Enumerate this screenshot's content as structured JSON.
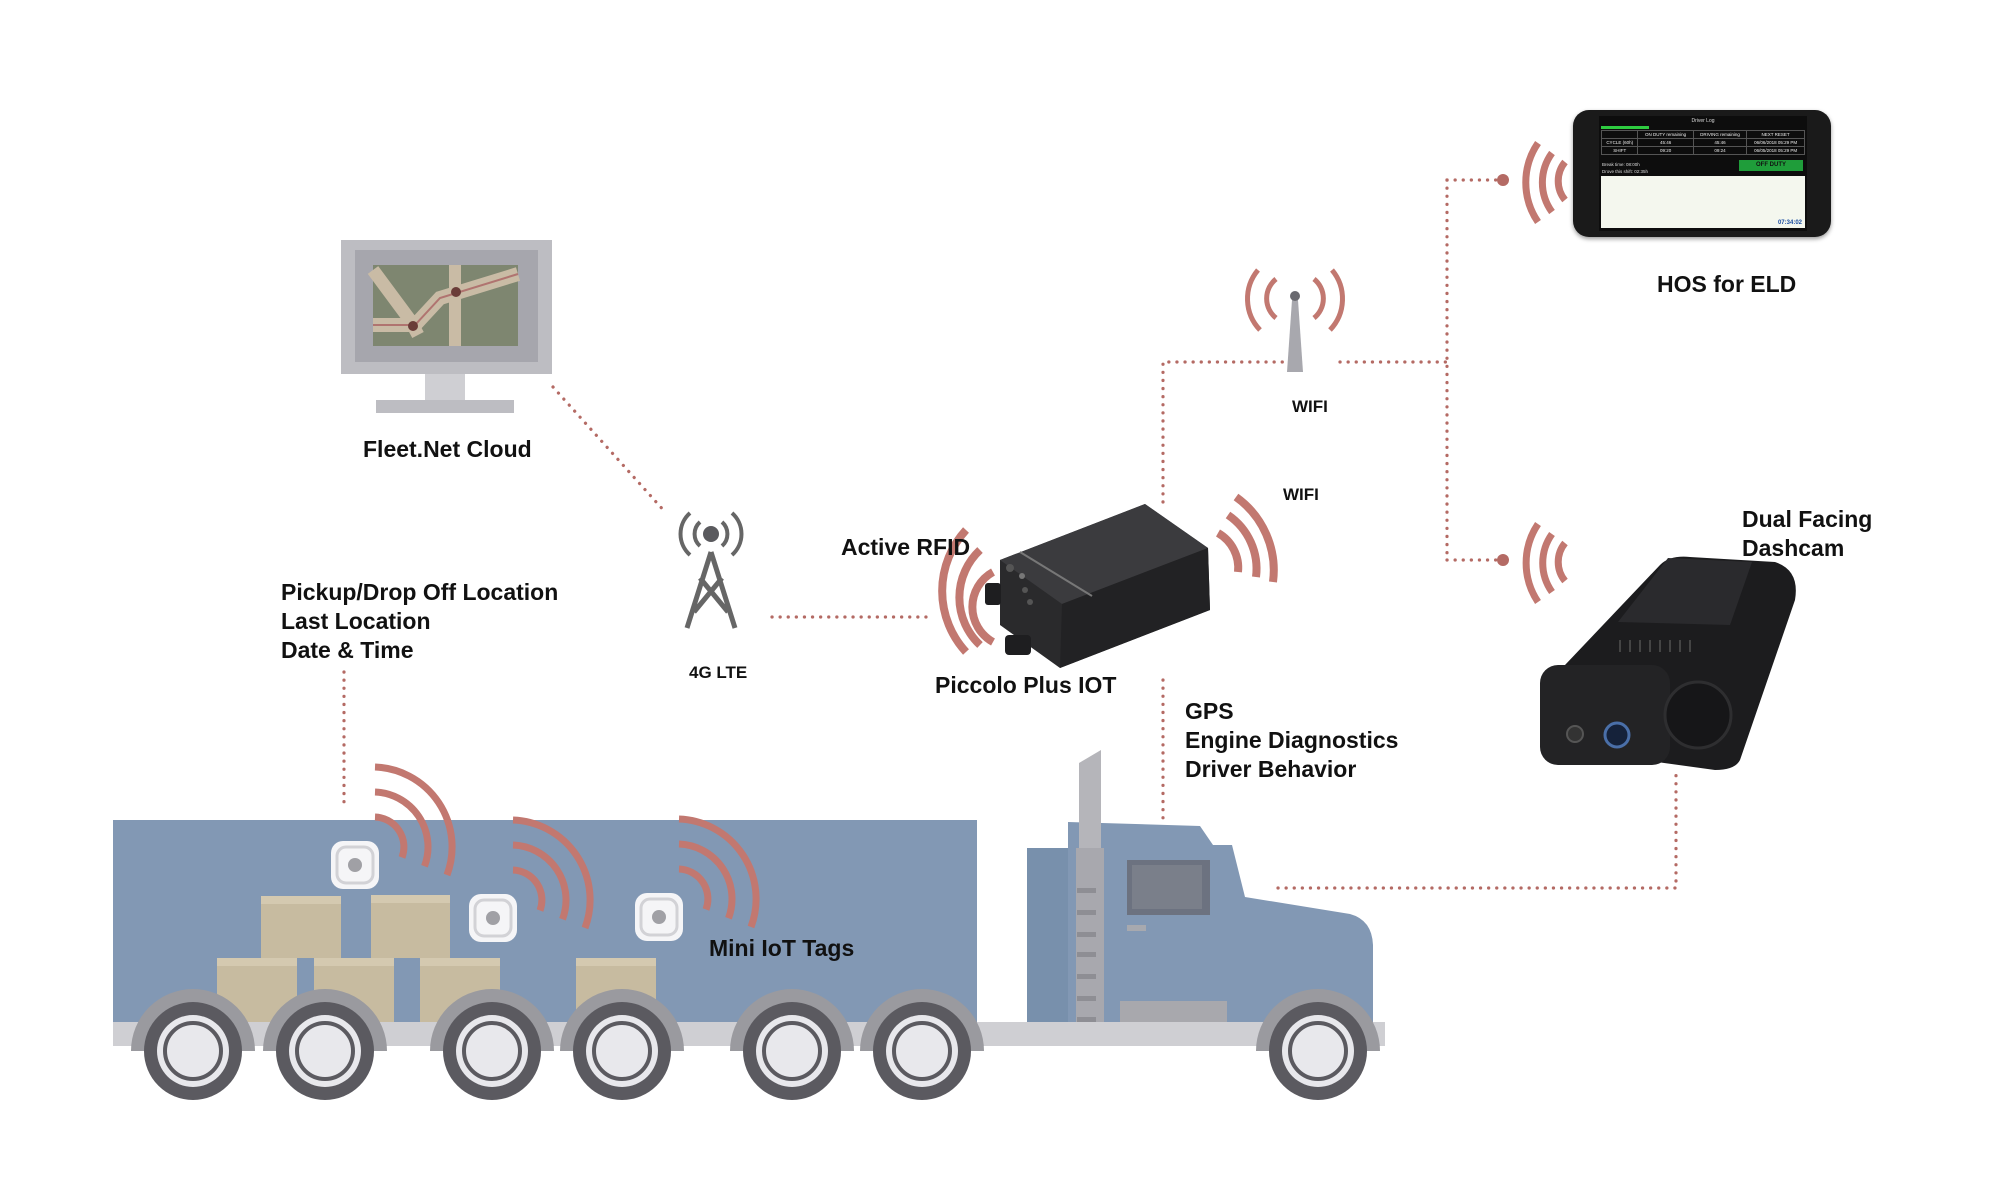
{
  "diagram": {
    "nodes": {
      "cloud": {
        "label": "Fleet.Net Cloud"
      },
      "tower": {
        "label": "4G LTE"
      },
      "rfid": {
        "label": "Active RFID"
      },
      "device": {
        "label": "Piccolo Plus IOT"
      },
      "wifi_router": {
        "label": "WIFI"
      },
      "wifi_device": {
        "label": "WIFI"
      },
      "eld": {
        "label": "HOS for ELD"
      },
      "dashcam": {
        "label_line1": "Dual Facing",
        "label_line2": "Dashcam"
      },
      "tags": {
        "label": "Mini IoT Tags"
      }
    },
    "tag_info": [
      "Pickup/Drop Off Location",
      "Last Location",
      "Date & Time"
    ],
    "device_info": [
      "GPS",
      "Engine Diagnostics",
      "Driver Behavior"
    ],
    "colors": {
      "signal": "#c27870",
      "connector": "#b46a64",
      "truck_body": "#8298b4",
      "cargo_box": "#c7bba0",
      "wheel_dark": "#5b5a60",
      "wheel_light": "#e8e8ec",
      "chassis": "#cfcfd3",
      "monitor_frame": "#bdbdc2",
      "map_bg": "#7e8670"
    },
    "eld_screen": {
      "title": "Driver Log",
      "table": {
        "headers": [
          "",
          "ON DUTY remaining",
          "DRIVING remaining",
          "NEXT RESET"
        ],
        "rows": [
          [
            "CYCLE (60h)",
            "45:46",
            "45:46",
            "06/06/2018 05:29 PM"
          ],
          [
            "SHIFT",
            "09:20",
            "09:24",
            "06/05/2018 05:29 PM"
          ]
        ]
      },
      "break_time": "Break time: 08:00h",
      "drove_shift": "Drove this shift: 02:35h",
      "status_button": "OFF DUTY",
      "total": "07:34:02"
    }
  }
}
